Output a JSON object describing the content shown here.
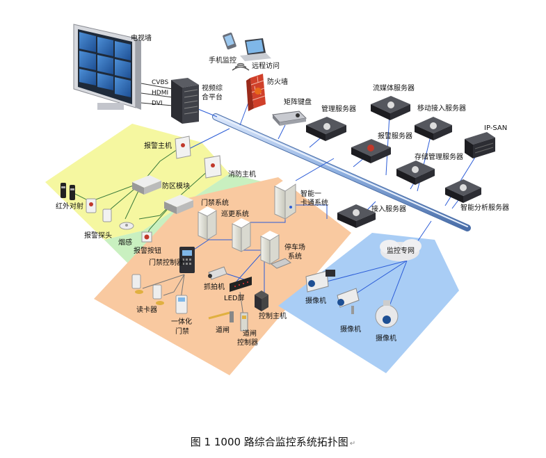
{
  "labels": {
    "tv_wall": "电视墙",
    "mobile_monitor": "手机监控",
    "remote_access": "远程访问",
    "cvbs": "CVBS",
    "hdmi": "HDMI",
    "dvi": "DVI",
    "video_platform_1": "视频综",
    "video_platform_2": "合平台",
    "firewall": "防火墙",
    "matrix_keyboard": "矩阵键盘",
    "mgmt_server": "管理服务器",
    "streaming_server": "流媒体服务器",
    "mobile_access_server": "移动接入服务器",
    "alarm_server": "报警服务器",
    "ipsan": "IP-SAN",
    "storage_server": "存储管理服务器",
    "analysis_server": "智能分析服务器",
    "access_server": "接入服务器",
    "alarm_host": "报警主机",
    "fire_host": "消防主机",
    "zone_module": "防区模块",
    "infrared": "红外对射",
    "alarm_probe": "报警探头",
    "smoke": "烟感",
    "alarm_button": "报警按钮",
    "door_system": "门禁系统",
    "patrol_system": "巡更系统",
    "card_system_1": "智能一",
    "card_system_2": "卡通系统",
    "parking_1": "停车场",
    "parking_2": "系统",
    "door_controller": "门禁控制器",
    "card_reader": "读卡器",
    "integrated_door_1": "一体化",
    "integrated_door_2": "门禁",
    "capture_camera": "抓拍机",
    "led_screen": "LED屏",
    "control_host": "控制主机",
    "gate": "道闸",
    "gate_ctrl_1": "道闸",
    "gate_ctrl_2": "控制器",
    "monitor_net": "监控专网",
    "camera_1": "摄像机",
    "camera_2": "摄像机",
    "camera_3": "摄像机"
  },
  "caption": "图 1 1000 路综合监控系统拓扑图",
  "caption_mark": "↵",
  "colors": {
    "alarm_zone": "#f5f7a0",
    "fire_zone": "#c9f0c0",
    "access_zone": "#f9c9a0",
    "camera_zone": "#a9cdf5",
    "backbone": "#8fb0e0",
    "line": "#2a5bd7",
    "device_dark": "#2e2e33"
  }
}
